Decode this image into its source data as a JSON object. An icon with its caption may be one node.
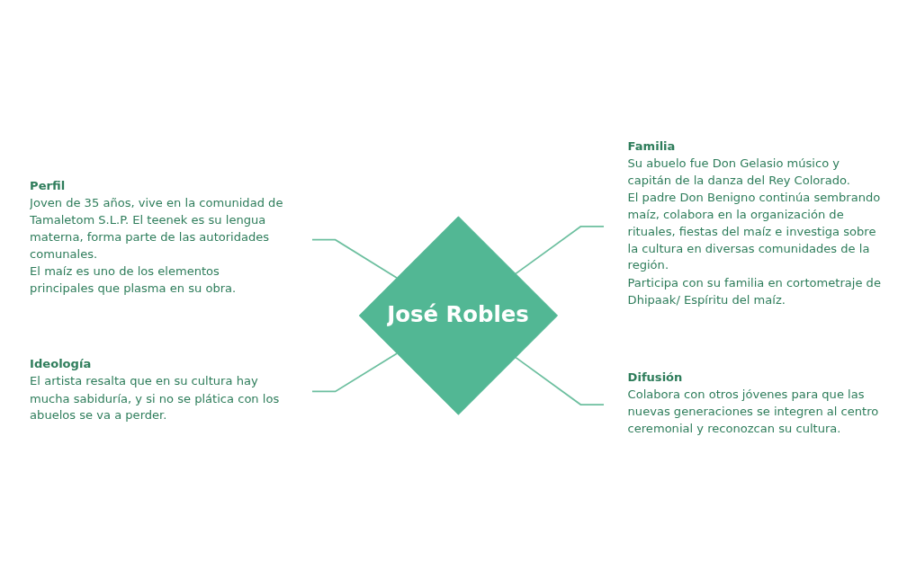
{
  "diagram": {
    "nodes": [
      {
        "text": [
          "Perfil",
          "Joven de 35 años, vive en la comunidad de Tamaletom S.L.P. El teenek es su lengua materna, forma parte de las autoridades comunales.",
          "El maíz es uno de los elementos principales que plasma en su obra."
        ]
      },
      {
        "text": [
          "Familia",
          "Su abuelo fue Don Gelasio músico y capitán de la danza del Rey Colorado.",
          "El padre Don Benigno continúa sembrando maíz, colabora en la organización de rituales, fiestas del maíz e investiga sobre la cultura en diversas comunidades de la región.",
          "Participa con su familia en cortometraje de Dhipaak/ Espíritu del maíz."
        ]
      },
      {
        "text": [
          "José Robles"
        ]
      },
      {
        "text": [
          "Ideología",
          "El artista resalta que en su cultura hay mucha sabiduría, y si no se plática con los abuelos se va a perder."
        ]
      },
      {
        "text": [
          "Difusión",
          "Colabora con otros jóvenes para que las nuevas generaciones se integren al centro ceremonial y reconozcan su cultura."
        ]
      }
    ],
    "edges": [
      {
        "from": 0,
        "to": 2,
        "arrow": "none"
      },
      {
        "from": 2,
        "to": 1,
        "arrow": "none"
      },
      {
        "from": 3,
        "to": 2,
        "arrow": "none"
      },
      {
        "from": 2,
        "to": 4,
        "arrow": "none"
      }
    ]
  }
}
